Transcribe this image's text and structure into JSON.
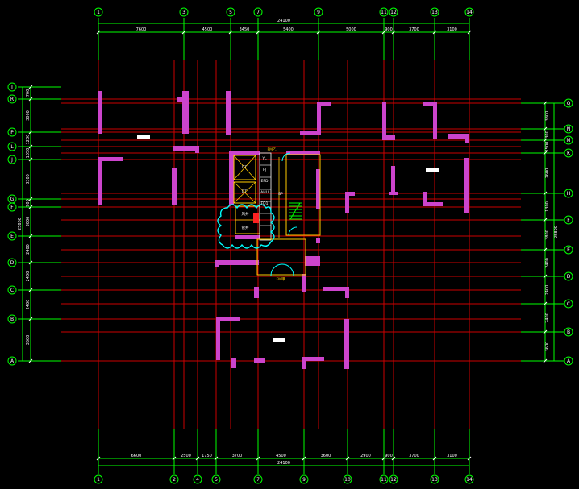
{
  "colors": {
    "background": "#000000",
    "axis_red": "#cc0000",
    "green": "#00ff00",
    "wall": "#cc44cc",
    "cyan": "#00ffff",
    "yellow": "#ffcc00",
    "white": "#ffffff"
  },
  "top_axes": [
    "1",
    "3",
    "5",
    "7",
    "9",
    "11",
    "12",
    "13",
    "14"
  ],
  "bottom_axes": [
    "1",
    "2",
    "4",
    "5",
    "7",
    "9",
    "10",
    "11",
    "12",
    "13",
    "14"
  ],
  "left_axes": [
    "T",
    "R",
    "P",
    "L",
    "J",
    "G",
    "F",
    "E",
    "D",
    "C",
    "B",
    "A"
  ],
  "right_axes": [
    "Q",
    "N",
    "M",
    "K",
    "H",
    "F",
    "E",
    "D",
    "C",
    "B",
    "A"
  ],
  "top_total": "24100",
  "bottom_total": "24100",
  "top_dims": [
    "7600",
    "4500",
    "3450",
    "5400",
    "5000",
    "900",
    "3700",
    "3100"
  ],
  "bottom_dims": [
    "6600",
    "2500",
    "1750",
    "3700",
    "4500",
    "3600",
    "2900",
    "900",
    "3700",
    "3100"
  ],
  "left_dims": [
    "700",
    "3000",
    "1200",
    "1050",
    "3300",
    "900",
    "3000",
    "2400",
    "2400",
    "2400",
    "3600"
  ],
  "left_total": "25800",
  "right_dims": [
    "3300",
    "300",
    "1500",
    "2600",
    "1300",
    "3800",
    "2400",
    "2400",
    "2400",
    "3600"
  ],
  "right_total": "25800",
  "core_labels": [
    "DT",
    "DT",
    "YL",
    "FJ",
    "风井",
    "管井",
    "EPD",
    "AHU",
    "FD1",
    "BP"
  ],
  "door_labels": [
    "FM乙",
    "FM甲"
  ]
}
